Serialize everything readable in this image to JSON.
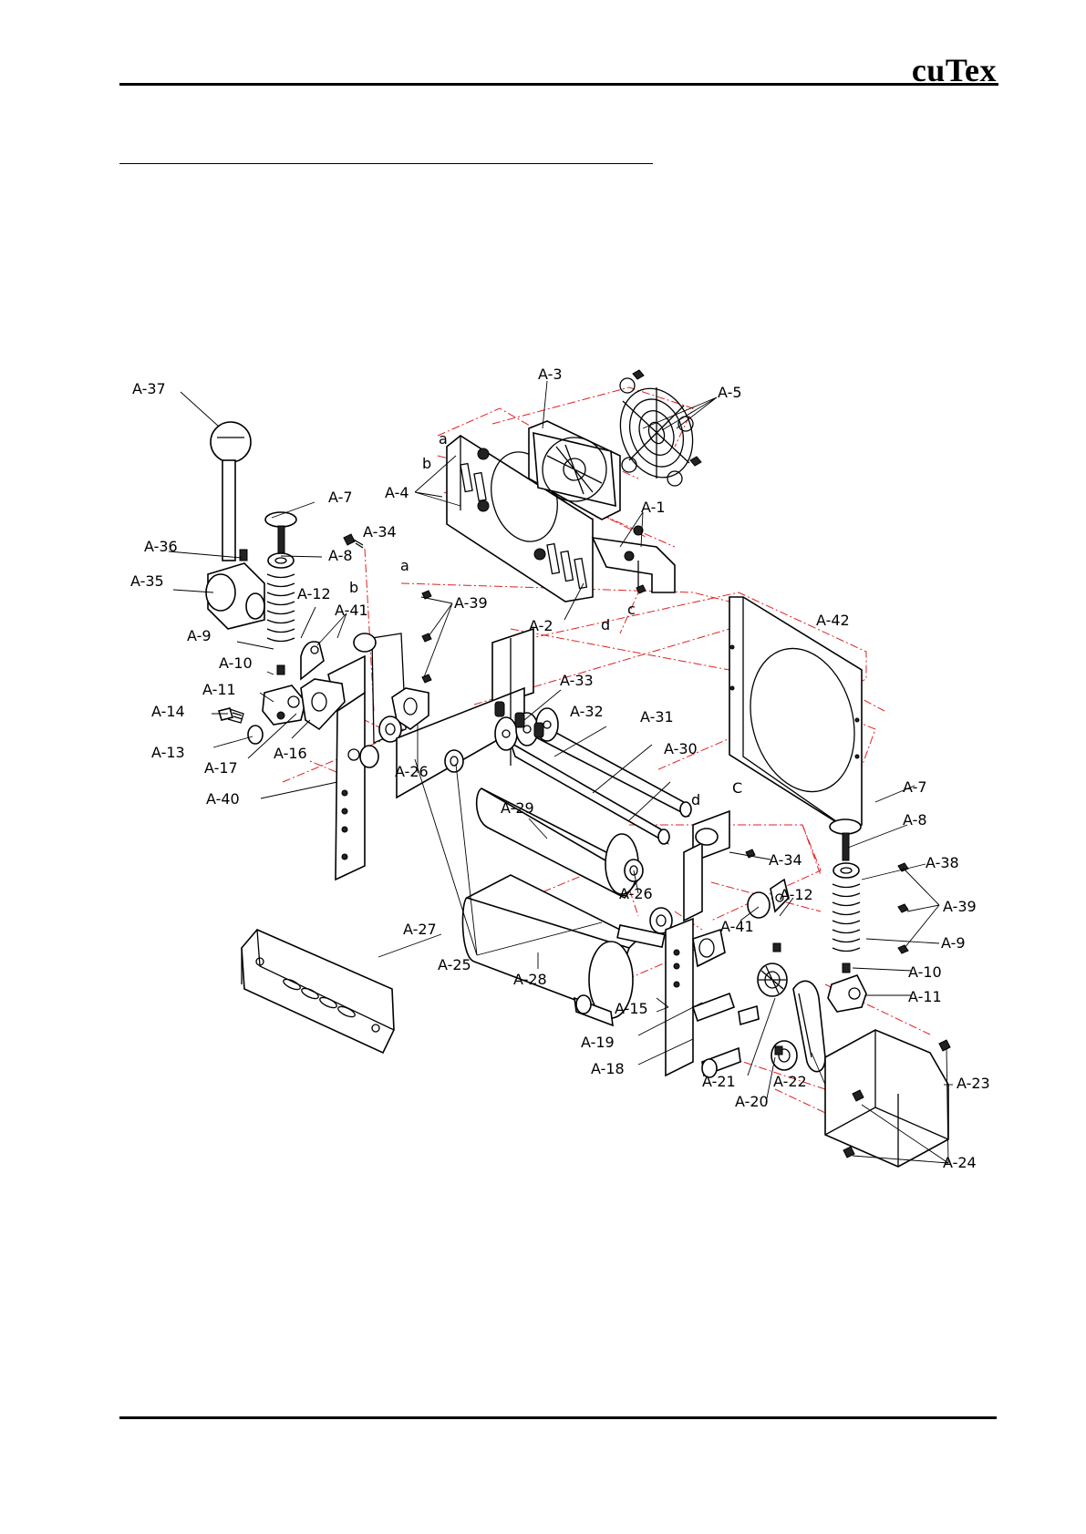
{
  "header": {
    "brand": "cuTex"
  },
  "diagram": {
    "assembly_letters": [
      "a",
      "b",
      "c",
      "d",
      "C"
    ],
    "parts": [
      "A-1",
      "A-2",
      "A-3",
      "A-4",
      "A-5",
      "A-7",
      "A-8",
      "A-9",
      "A-10",
      "A-11",
      "A-12",
      "A-13",
      "A-14",
      "A-15",
      "A-16",
      "A-17",
      "A-18",
      "A-19",
      "A-20",
      "A-21",
      "A-22",
      "A-23",
      "A-24",
      "A-25",
      "A-26",
      "A-27",
      "A-28",
      "A-29",
      "A-30",
      "A-31",
      "A-32",
      "A-33",
      "A-34",
      "A-35",
      "A-36",
      "A-37",
      "A-38",
      "A-39",
      "A-40",
      "A-41",
      "A-42"
    ],
    "labels": {
      "a37": "A-37",
      "a3": "A-3",
      "a5": "A-5",
      "a4": "A-4",
      "a1": "A-1",
      "a2": "A-2",
      "a7_l": "A-7",
      "a8_l": "A-8",
      "a34_l": "A-34",
      "a36": "A-36",
      "a35": "A-35",
      "a12_l": "A-12",
      "a41_l": "A-41",
      "a9_l": "A-9",
      "a10_l": "A-10",
      "a11_l": "A-11",
      "a14": "A-14",
      "a13": "A-13",
      "a17": "A-17",
      "a16": "A-16",
      "a40": "A-40",
      "a39_l": "A-39",
      "a42": "A-42",
      "a33": "A-33",
      "a32": "A-32",
      "a31": "A-31",
      "a30": "A-30",
      "a26_l": "A-26",
      "a29": "A-29",
      "a26_r": "A-26",
      "a27": "A-27",
      "a25": "A-25",
      "a28": "A-28",
      "a7_r": "A-7",
      "a8_r": "A-8",
      "a38": "A-38",
      "a39_r": "A-39",
      "a9_r": "A-9",
      "a10_r": "A-10",
      "a11_r": "A-11",
      "a34_r": "A-34",
      "a12_r": "A-12",
      "a41_r": "A-41",
      "a15": "A-15",
      "a19": "A-19",
      "a18": "A-18",
      "a21": "A-21",
      "a20": "A-20",
      "a22": "A-22",
      "a23": "A-23",
      "a24": "A-24",
      "ltr_a1": "a",
      "ltr_b1": "b",
      "ltr_a2": "a",
      "ltr_b2": "b",
      "ltr_c": "c",
      "ltr_d1": "d",
      "ltr_d2": "d",
      "ltr_C": "C"
    }
  }
}
